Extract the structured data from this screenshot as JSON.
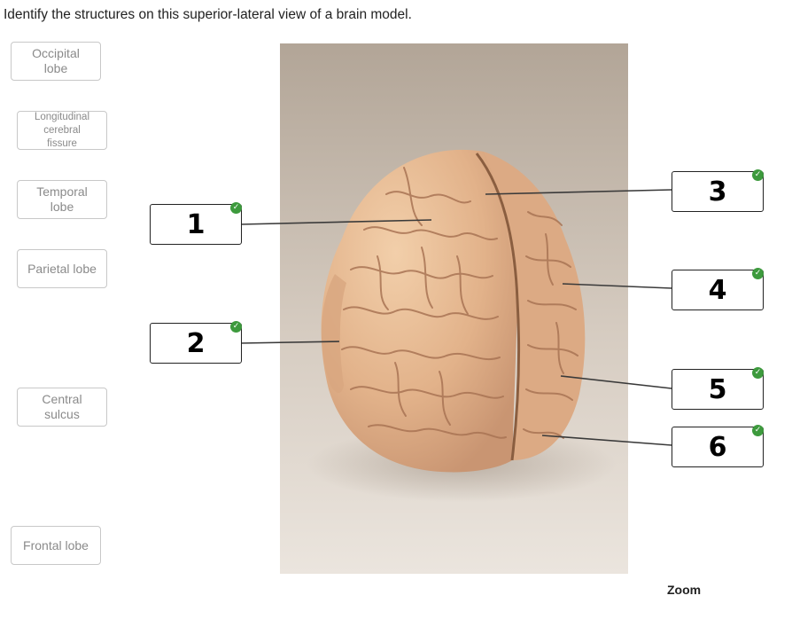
{
  "instruction": "Identify the structures on this superior-lateral view of a brain model.",
  "label_bank": [
    {
      "label": "Occipital\nlobe"
    },
    {
      "label": "Longitudinal\ncerebral\nfissure"
    },
    {
      "label": "Temporal\nlobe"
    },
    {
      "label": "Parietal lobe"
    },
    {
      "label": "Central\nsulcus"
    },
    {
      "label": "Frontal lobe"
    }
  ],
  "targets": [
    {
      "value": "1",
      "status": "correct"
    },
    {
      "value": "2",
      "status": "correct"
    },
    {
      "value": "3",
      "status": "correct"
    },
    {
      "value": "4",
      "status": "correct"
    },
    {
      "value": "5",
      "status": "correct"
    },
    {
      "value": "6",
      "status": "correct"
    }
  ],
  "check_icon": "checkmark-icon",
  "check_color": "#3d9a3d",
  "zoom_label": "Zoom"
}
